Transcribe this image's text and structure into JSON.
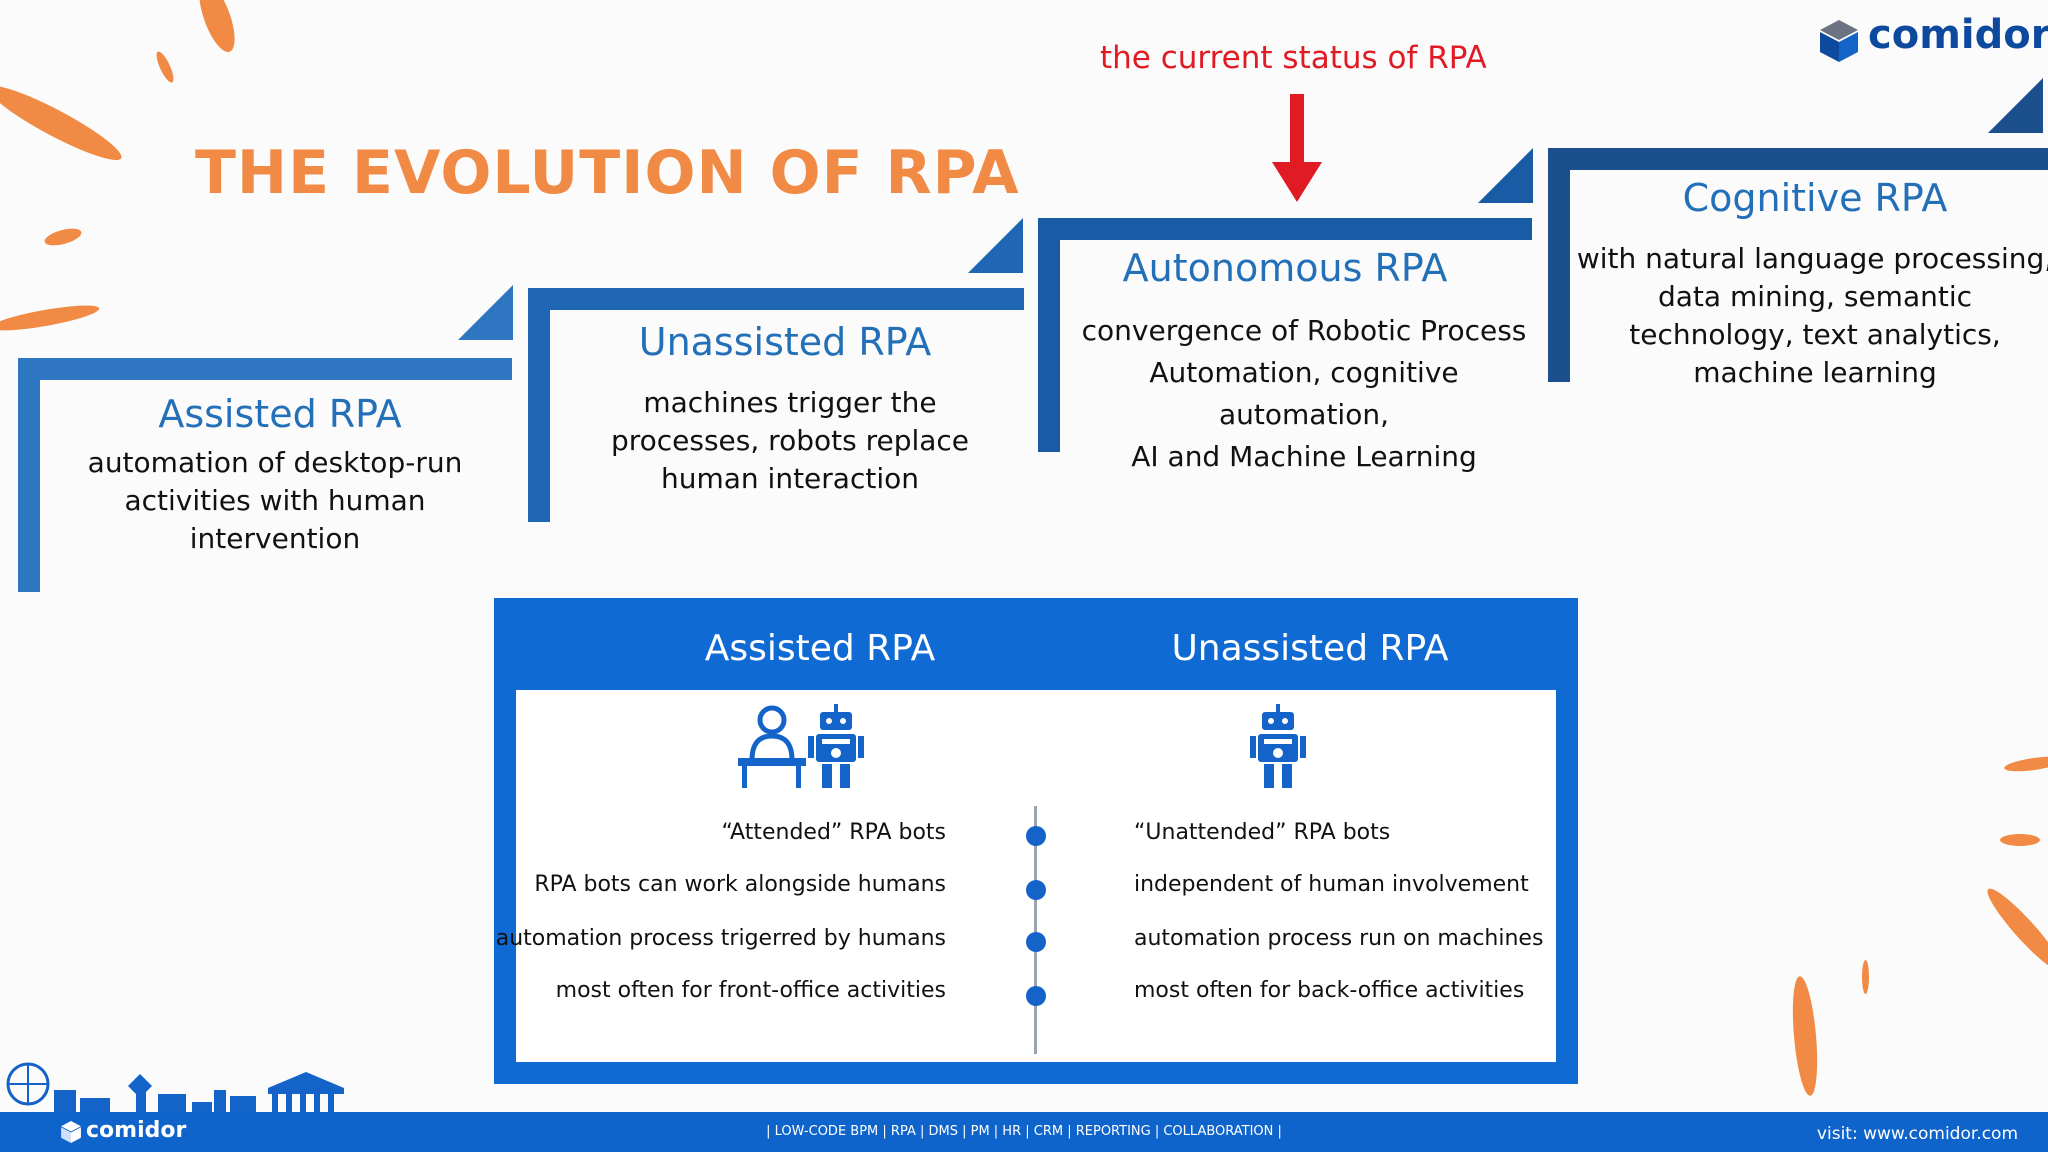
{
  "brand": {
    "logo_label": "comidor",
    "colors": {
      "accent_orange": "#f08a44",
      "blue": "#1463c9",
      "dark_blue": "#1b4f8e",
      "red": "#e01b24"
    }
  },
  "header": {
    "title": "THE EVOLUTION OF RPA",
    "status_callout": "the current status of RPA"
  },
  "steps": [
    {
      "title": "Assisted RPA",
      "lines": [
        "automation of desktop-run",
        "activities with human",
        "intervention"
      ]
    },
    {
      "title": "Unassisted RPA",
      "lines": [
        "machines trigger the",
        "processes, robots replace",
        "human interaction"
      ]
    },
    {
      "title": "Autonomous RPA",
      "lines": [
        "convergence of Robotic Process",
        "Automation, cognitive automation,",
        "AI and Machine Learning"
      ]
    },
    {
      "title": "Cognitive RPA",
      "lines": [
        "with natural language processing,",
        "data mining, semantic",
        "technology, text analytics,",
        "machine learning"
      ]
    }
  ],
  "comparison": {
    "left_title": "Assisted RPA",
    "right_title": "Unassisted RPA",
    "left_icons": [
      "person-at-desk-icon",
      "robot-icon"
    ],
    "right_icons": [
      "robot-icon"
    ],
    "left_items": [
      "“Attended” RPA bots",
      "RPA bots can work alongside humans",
      "automation process trigerred by humans",
      "most often for front-office activities"
    ],
    "right_items": [
      "“Unattended” RPA bots",
      "independent of human involvement",
      "automation process run on machines",
      "most often for back-office activities"
    ]
  },
  "footer": {
    "logo_label": "comidor",
    "tagline": "| LOW-CODE BPM | RPA | DMS | PM | HR | CRM | REPORTING | COLLABORATION |",
    "website": "visit: www.comidor.com"
  }
}
